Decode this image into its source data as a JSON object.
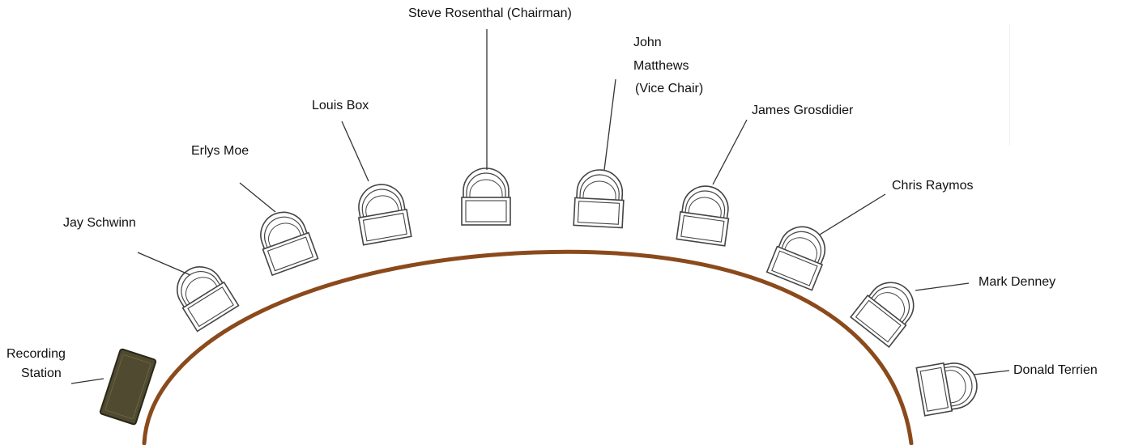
{
  "labels": {
    "steve": "Steve Rosenthal (Chairman)",
    "john_1": "John",
    "john_2": "Matthews",
    "john_3": "(Vice Chair)",
    "louis": "Louis Box",
    "erlys": "Erlys Moe",
    "james": "James Grosdidier",
    "jay": "Jay Schwinn",
    "chris": "Chris Raymos",
    "mark": "Mark Denney",
    "donald": "Donald Terrien",
    "recording_1": "Recording",
    "recording_2": "Station"
  },
  "colors": {
    "table_edge": "#8b4a1c",
    "station_fill": "#4f4a30",
    "station_edge": "#2a2718",
    "chair_stroke": "#444444",
    "leader_line": "#333333"
  },
  "icons": {
    "chair": "chair-icon",
    "station": "recording-station-icon"
  }
}
